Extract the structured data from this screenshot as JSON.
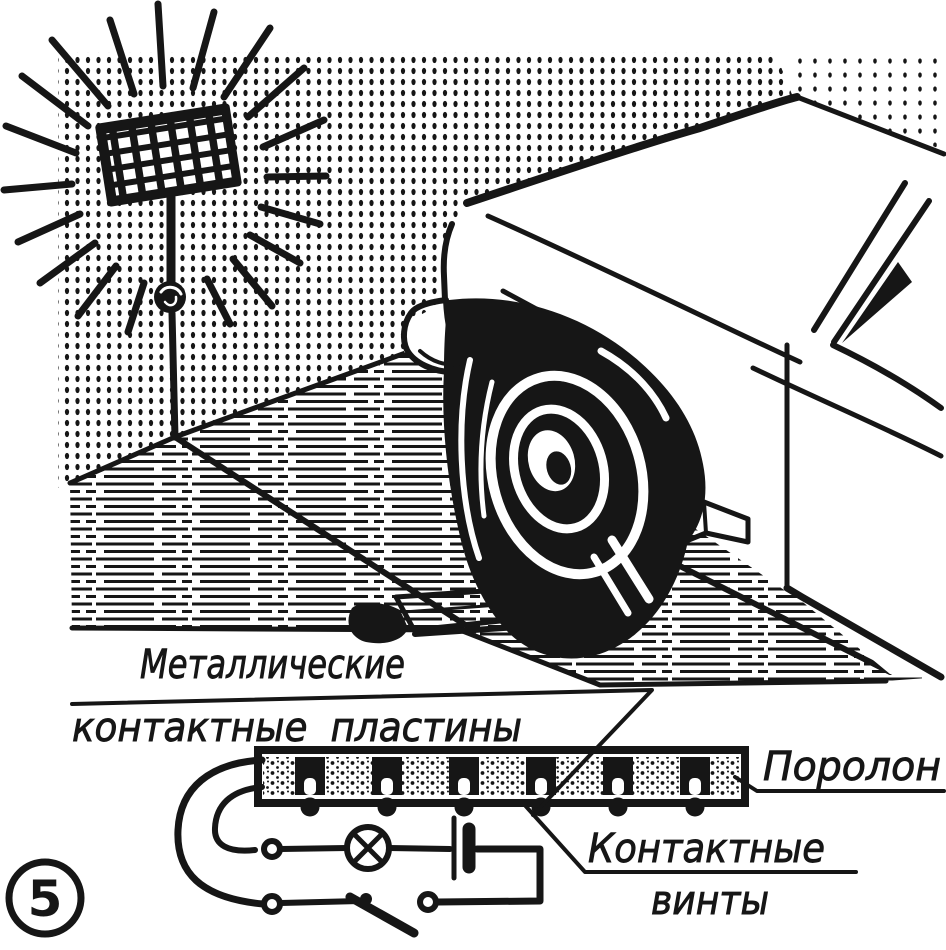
{
  "figure": {
    "number": "5"
  },
  "labels": {
    "metal_plates_line1": "Металлические",
    "metal_plates_line2": "контактные пластины",
    "foam": "Поролон",
    "contact_screws_line1": "Контактные",
    "contact_screws_line2": "винты"
  },
  "scene": {
    "signal_lamp": "signal-lamp-on-stand",
    "car": "car-front-with-wheel",
    "device": "contact-strip-with-lamp-battery-switch-circuit"
  },
  "colors": {
    "ink": "#161616",
    "paper": "#ffffff"
  }
}
